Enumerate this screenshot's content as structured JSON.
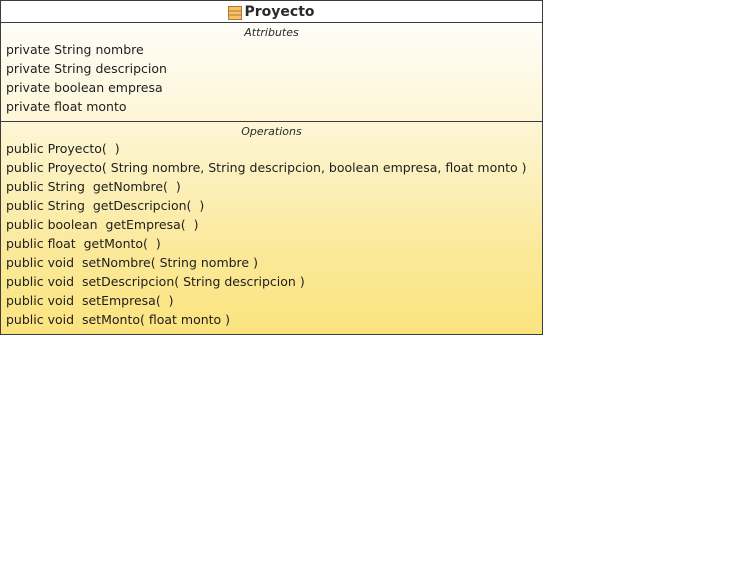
{
  "class": {
    "name": "Proyecto",
    "icon": "class-icon",
    "attributes_title": "Attributes",
    "attributes": [
      "private String nombre",
      "private String descripcion",
      "private boolean empresa",
      "private float monto"
    ],
    "operations_title": "Operations",
    "operations": [
      "public Proyecto(  )",
      "public Proyecto( String nombre, String descripcion, boolean empresa, float monto )",
      "public String  getNombre(  )",
      "public String  getDescripcion(  )",
      "public boolean  getEmpresa(  )",
      "public float  getMonto(  )",
      "public void  setNombre( String nombre )",
      "public void  setDescripcion( String descripcion )",
      "public void  setEmpresa(  )",
      "public void  setMonto( float monto )"
    ]
  },
  "colors": {
    "border": "#3c3c3c",
    "fill_top": "#ffffff",
    "fill_bottom": "#fbe47e",
    "icon_fill": "#f5c26b",
    "icon_border": "#b07a2a"
  }
}
